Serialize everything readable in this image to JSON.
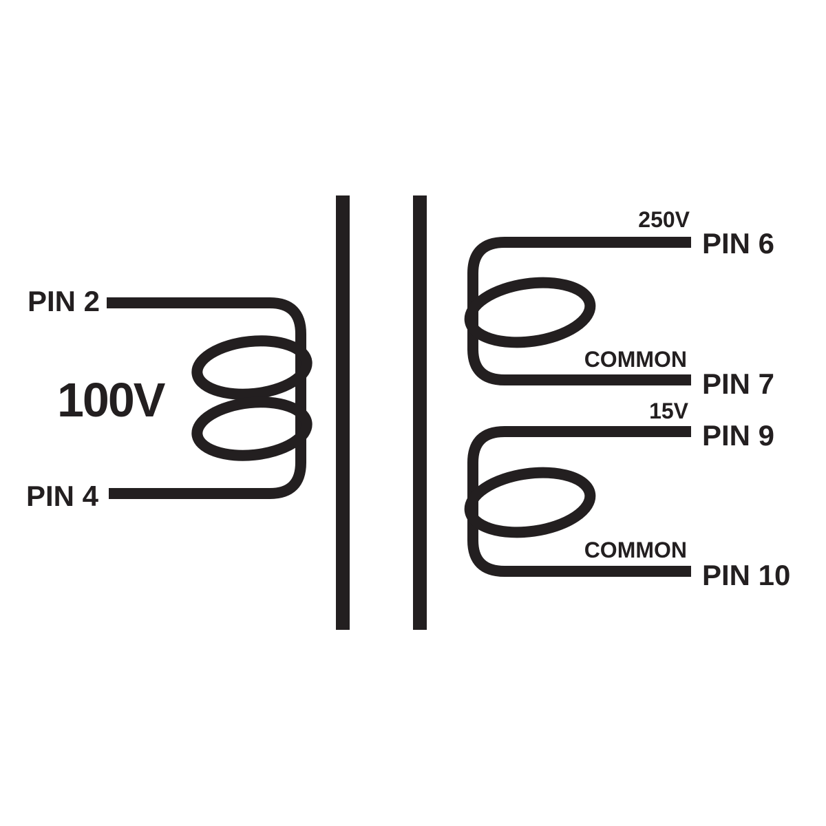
{
  "colors": {
    "line": "#231f20",
    "background": "#ffffff"
  },
  "primary": {
    "pin_top": "PIN 2",
    "voltage": "100V",
    "pin_bottom": "PIN 4"
  },
  "secondaries": [
    {
      "voltage": "250V",
      "pin_top": "PIN 6",
      "tap_label": "COMMON",
      "pin_bottom": "PIN 7"
    },
    {
      "voltage": "15V",
      "pin_top": "PIN 9",
      "tap_label": "COMMON",
      "pin_bottom": "PIN 10"
    }
  ]
}
